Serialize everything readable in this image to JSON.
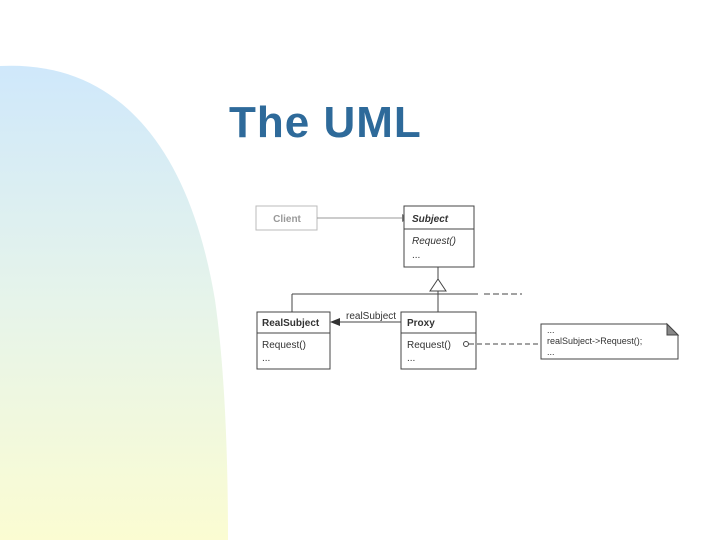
{
  "slide": {
    "title": "The UML",
    "bg_gradient_top": "#cfe8fb",
    "bg_gradient_bottom": "#fbfcd2",
    "title_color": "#2e6a9a"
  },
  "diagram": {
    "client": {
      "name": "Client"
    },
    "subject": {
      "name": "Subject",
      "ops": [
        "Request()",
        "..."
      ]
    },
    "real_subject": {
      "name": "RealSubject",
      "ops": [
        "Request()",
        "..."
      ]
    },
    "proxy": {
      "name": "Proxy",
      "ops": [
        "Request()",
        "..."
      ]
    },
    "association_label": "realSubject",
    "note": {
      "lines": [
        "...",
        "realSubject->Request();",
        "..."
      ]
    }
  }
}
